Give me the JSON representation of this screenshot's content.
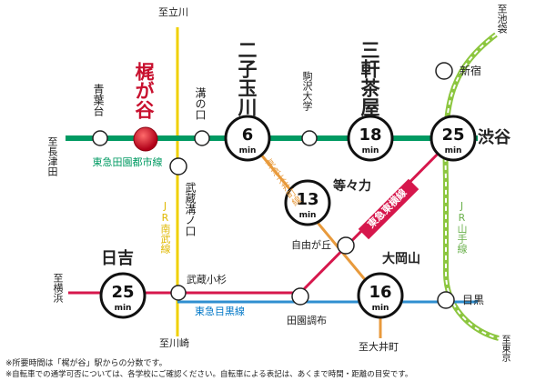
{
  "stations": {
    "kajigaya": "梶が谷",
    "aobadai": "青葉台",
    "mizonokuchi": "溝の口",
    "futakotamagawa": "二子玉川",
    "komazawadaigaku": "駒沢大学",
    "sangenjaya": "三軒茶屋",
    "shinjuku": "新宿",
    "shibuya": "渋谷",
    "musashimizonokuchi": "武蔵溝ノ口",
    "todoroki": "等々力",
    "jiyugaoka": "自由が丘",
    "ookayama": "大岡山",
    "hiyoshi": "日吉",
    "musashikosugi": "武蔵小杉",
    "denenchofu": "田園調布",
    "meguro": "目黒"
  },
  "directions": {
    "tachikawa": "至立川",
    "nagatsuta": "至長津田",
    "ikebukuro": "至池袋",
    "yokohama": "至横浜",
    "kawasaki": "至川崎",
    "ooimachi": "至大井町",
    "tokyo": "至東京"
  },
  "lines": {
    "denentoshi": "東急田園都市線",
    "oimachi": "東急大井町線",
    "nambu": "JR南武線",
    "toyoko": "東急東横線",
    "yamanote": "JR山手線",
    "meguro": "東急目黒線"
  },
  "times": {
    "unit": "min",
    "futakotamagawa": "6",
    "sangenjaya": "18",
    "shibuya": "25",
    "todoroki": "13",
    "hiyoshi": "25",
    "ookayama": "16"
  },
  "notes": {
    "line1": "※所要時間は「梶が谷」駅からの分数です。",
    "line2": "※自転車での通学可否については、各学校にご確認ください。自転車による表記は、あくまで時間・距離の目安です。"
  },
  "colors": {
    "denentoshi": "#009a62",
    "oimachi": "#e89a3c",
    "nambu": "#f0d000",
    "toyoko": "#d6174c",
    "yamanote": "#8cc63f",
    "meguro": "#2f8fd0",
    "kajigaya_marker": "#c8102e"
  }
}
